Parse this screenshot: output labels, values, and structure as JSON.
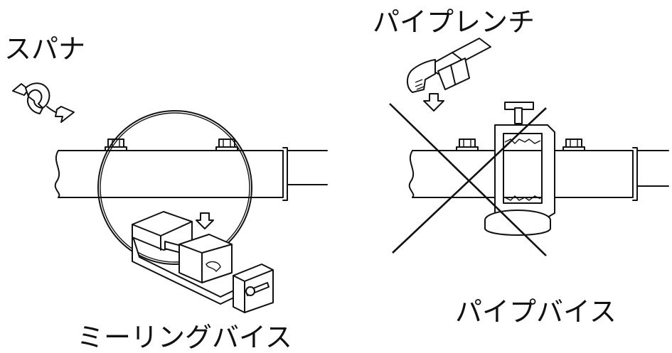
{
  "labels": {
    "spanner": "スパナ",
    "pipe_wrench": "パイプレンチ",
    "pipe_vise": "パイプバイス",
    "mealing_vise": "ミーリングバイス"
  }
}
